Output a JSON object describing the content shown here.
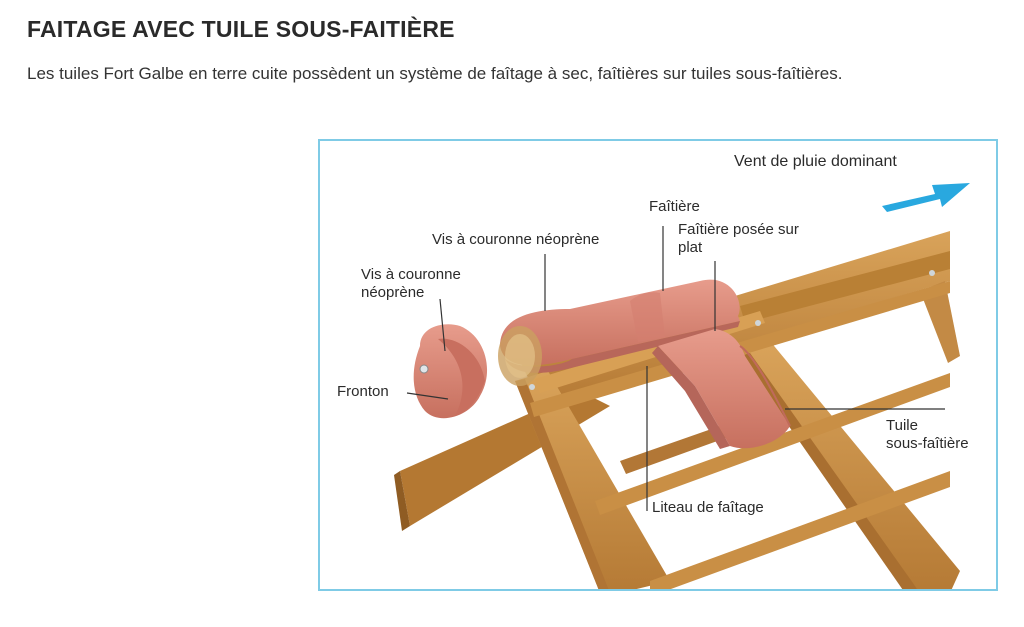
{
  "header": {
    "title": "FAITAGE AVEC TUILE SOUS-FAITIÈRE",
    "subtitle": "Les tuiles Fort Galbe en terre cuite possèdent un système de faîtage à sec, faîtières sur tuiles sous-faîtières."
  },
  "diagram": {
    "labels": {
      "wind": "Vent de pluie dominant",
      "faitiere": "Faîtière",
      "faitiere_posee_line1": "Faîtière posée sur",
      "faitiere_posee_line2": "plat",
      "vis_couronne_top": "Vis à couronne néoprène",
      "vis_couronne_left_line1": "Vis à couronne",
      "vis_couronne_left_line2": "néoprène",
      "fronton": "Fronton",
      "tuile_line1": "Tuile",
      "tuile_line2": "sous-faîtière",
      "liteau": "Liteau de faîtage"
    },
    "colors": {
      "frame": "#7fcbe6",
      "arrow": "#29a8df",
      "wood": "#c98f45",
      "wood_dark": "#a8702f",
      "tile": "#d98a7b",
      "tile_dark": "#b86a5c"
    }
  }
}
